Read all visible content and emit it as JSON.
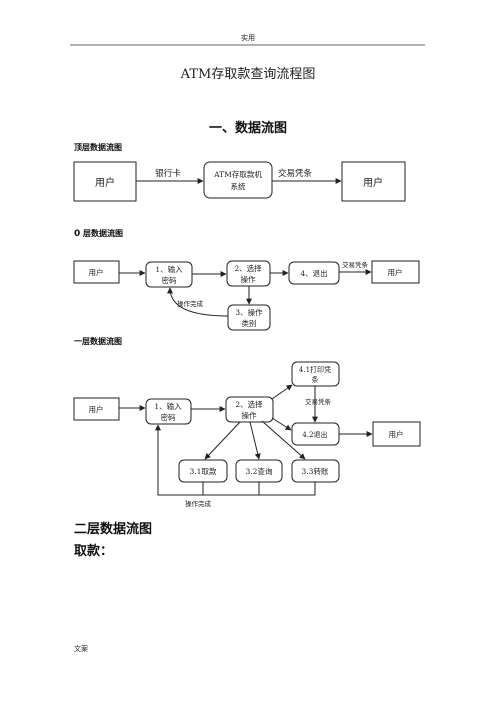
{
  "header": {
    "label": "实用"
  },
  "footer": {
    "label": "文案"
  },
  "document": {
    "title": "ATM存取款查询流程图",
    "section1": "一、数据流图",
    "section2": "二层数据流图",
    "subsection_withdraw": "取款："
  },
  "top_level": {
    "heading": "顶层数据流图",
    "user_left": "用户",
    "user_right": "用户",
    "system_line1": "ATM存取款机",
    "system_line2": "系统",
    "flow_in": "银行卡",
    "flow_out": "交易凭条"
  },
  "level0": {
    "heading": "层数据流图",
    "heading_prefix": "0",
    "user_left": "用户",
    "user_right": "用户",
    "p1_line1": "1、输入",
    "p1_line2": "密码",
    "p2_line1": "2、选择",
    "p2_line2": "操作",
    "p3_line1": "3、操作",
    "p3_line2": "类别",
    "p4": "4、退出",
    "flow_receipt": "交易凭条",
    "flow_done": "操作完成"
  },
  "level1": {
    "heading": "一层数据流图",
    "user_left": "用户",
    "user_right": "用户",
    "p1_line1": "1、输入",
    "p1_line2": "密码",
    "p2_line1": "2、选择",
    "p2_line2": "操作",
    "p41_line1": "4.1打印凭",
    "p41_line2": "条",
    "p42": "4.2退出",
    "p31": "3.1取款",
    "p32": "3.2查询",
    "p33": "3.3转账",
    "flow_receipt": "交易凭条",
    "flow_done": "操作完成"
  }
}
